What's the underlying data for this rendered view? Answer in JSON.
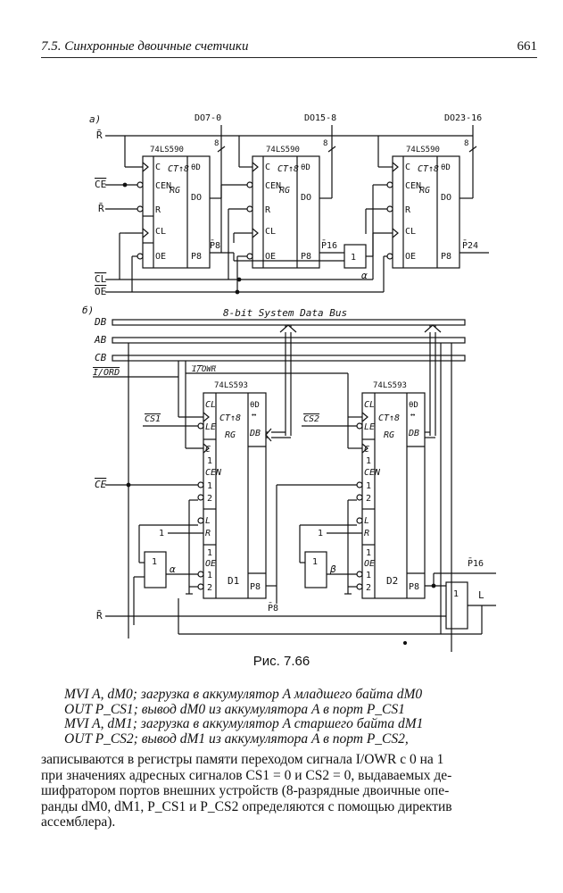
{
  "header": {
    "title": "7.5.  Синхронные двоичные счетчики",
    "page": "661"
  },
  "figure_a": {
    "label": "а)",
    "inputs": {
      "R_top": "R̄",
      "CE": "CE",
      "R": "R̄",
      "CL": "CL",
      "OE": "OE"
    },
    "outputs": [
      "DO7-0",
      "DO15-8",
      "DO23-16"
    ],
    "chip_name": "74LS590",
    "bus_width": "8",
    "pins": {
      "C": "C",
      "CEN": "CEN",
      "R": "R",
      "CL": "CL",
      "OE": "OE",
      "ct": "CT↑8",
      "rg": "RG",
      "theta": "θD",
      "do": "DO",
      "p8": "P8"
    },
    "carry": [
      "P̄8",
      "P̄16",
      "P̄24"
    ],
    "gate": {
      "label": "1",
      "name": "α"
    }
  },
  "figure_b": {
    "label": "б)",
    "bus": {
      "DB": "DB",
      "AB": "AB",
      "CB": "CB",
      "title": "8-bit System Data Bus"
    },
    "signals": {
      "IORD": "I/ORD",
      "IOWR": "I/OWR",
      "CS1": "CS1",
      "CS2": "CS2",
      "CE": "CE",
      "R": "R̄",
      "one": "1"
    },
    "chip_name": "74LS593",
    "pins": {
      "CL": "CL",
      "LE": "LE",
      "C": "C",
      "one": "1",
      "CEN": "CEN",
      "two": "2",
      "L": "L",
      "R": "R",
      "OE": "OE",
      "ct": "CT↑8",
      "rg": "RG",
      "theta": "θD",
      "arrows": "↔",
      "db": "DB",
      "p8": "P8"
    },
    "chips": [
      "D1",
      "D2"
    ],
    "gates": [
      {
        "label": "1",
        "name": "α"
      },
      {
        "label": "1",
        "name": "β"
      },
      {
        "label": "1"
      }
    ],
    "outputs": {
      "p8": "P̄8",
      "p16": "P̄16",
      "l": "L"
    }
  },
  "caption": "Рис. 7.66",
  "code": [
    "MVI A, dM0; загрузка в аккумулятор A младшего байта dM0",
    "OUT P_CS1; вывод dM0 из аккумулятора A в порт P_CS1",
    "MVI A, dM1; загрузка в аккумулятор A старшего байта dM1",
    "OUT P_CS2; вывод dM1 из аккумулятора A в порт P_CS2,"
  ],
  "paragraph": [
    "записываются в регистры памяти переходом сигнала I/OWR с 0 на 1",
    "при значениях адресных сигналов CS1 = 0 и CS2 = 0, выдаваемых де-",
    "шифратором портов внешних устройств (8-разрядные двоичные опе-",
    "ранды dM0, dM1, P_CS1 и P_CS2 определяются с помощью директив",
    "ассемблера)."
  ]
}
